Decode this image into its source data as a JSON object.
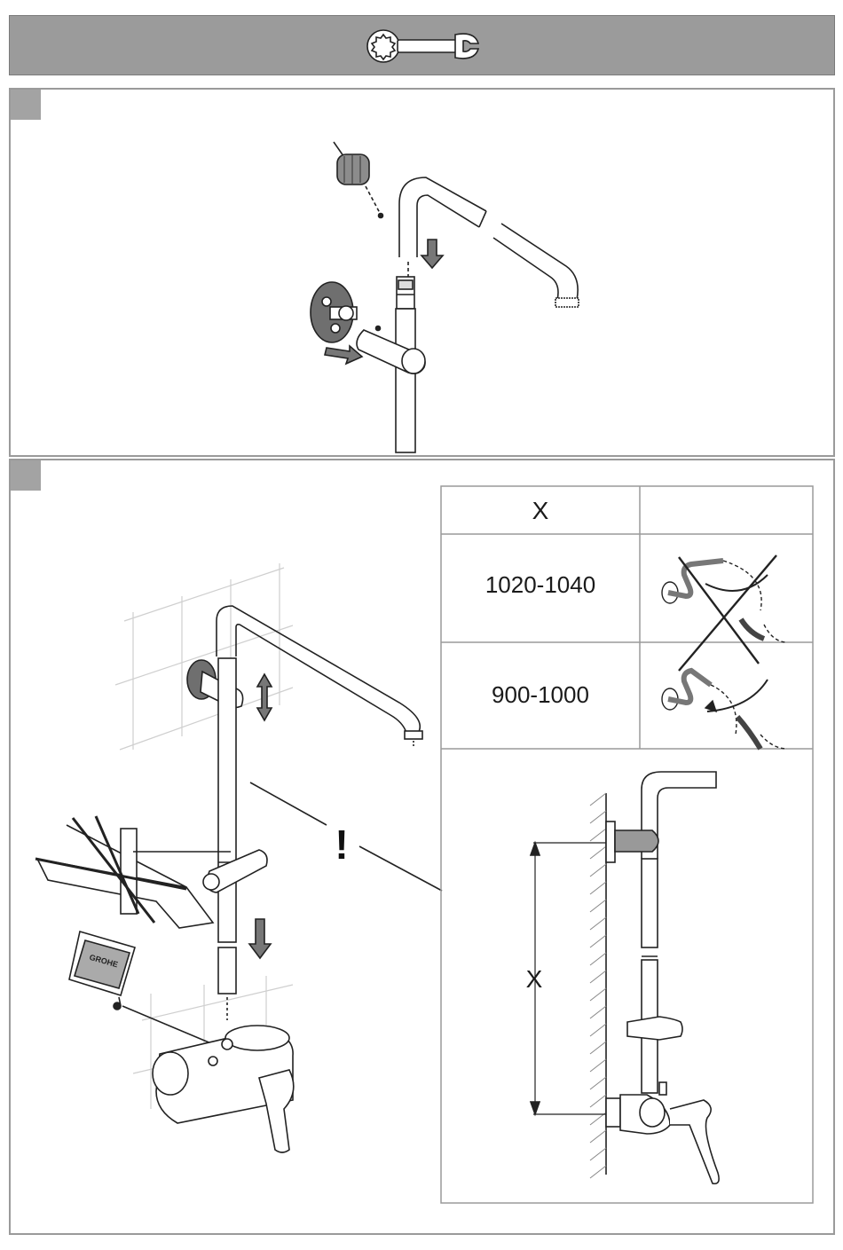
{
  "header": {
    "icon": "wrench-icon"
  },
  "panel_1": {
    "step_marker": ""
  },
  "panel_2": {
    "step_marker": "",
    "warning_symbol": "!",
    "table": {
      "header_label": "X",
      "rows": [
        {
          "range": "1020-1040",
          "status": "not-allowed"
        },
        {
          "range": "900-1000",
          "status": "allowed"
        }
      ]
    },
    "diagram_label": "X",
    "package_brand": "GROHE"
  }
}
